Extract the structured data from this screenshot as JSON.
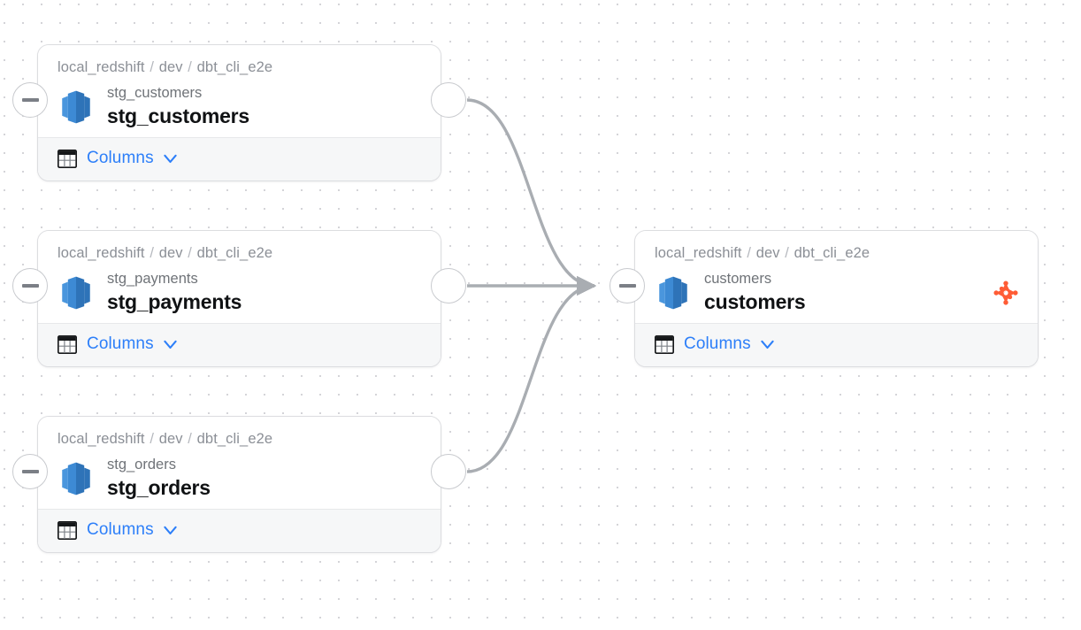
{
  "canvas": {
    "background_color": "#ffffff",
    "dot_color": "#d4d4d8",
    "dot_spacing": 21
  },
  "colors": {
    "link_blue": "#2d7ff9",
    "breadcrumb_gray": "#8b8f96",
    "subtitle_gray": "#6f7378",
    "title_black": "#101214",
    "edge_gray": "#a9adb2",
    "dbt_orange": "#ff5c35",
    "redshift_blue": "#2e73b8",
    "footer_bg": "#f6f7f8",
    "card_border": "#dcdde0"
  },
  "nodes": [
    {
      "id": "stg_customers",
      "breadcrumb": {
        "database": "local_redshift",
        "schema": "dev",
        "project": "dbt_cli_e2e",
        "separator": "/"
      },
      "subtitle": "stg_customers",
      "title": "stg_customers",
      "source_icon": "redshift-icon",
      "badge_icon": null,
      "footer": {
        "icon": "table-icon",
        "label": "Columns",
        "chevron": "chevron-down-icon",
        "expanded": false
      },
      "handles": {
        "left": {
          "type": "collapse-handle",
          "glyph": "minus"
        },
        "right": {
          "type": "expand-handle",
          "glyph": "none"
        }
      }
    },
    {
      "id": "stg_payments",
      "breadcrumb": {
        "database": "local_redshift",
        "schema": "dev",
        "project": "dbt_cli_e2e",
        "separator": "/"
      },
      "subtitle": "stg_payments",
      "title": "stg_payments",
      "source_icon": "redshift-icon",
      "badge_icon": null,
      "footer": {
        "icon": "table-icon",
        "label": "Columns",
        "chevron": "chevron-down-icon",
        "expanded": false
      },
      "handles": {
        "left": {
          "type": "collapse-handle",
          "glyph": "minus"
        },
        "right": {
          "type": "expand-handle",
          "glyph": "none"
        }
      }
    },
    {
      "id": "stg_orders",
      "breadcrumb": {
        "database": "local_redshift",
        "schema": "dev",
        "project": "dbt_cli_e2e",
        "separator": "/"
      },
      "subtitle": "stg_orders",
      "title": "stg_orders",
      "source_icon": "redshift-icon",
      "badge_icon": null,
      "footer": {
        "icon": "table-icon",
        "label": "Columns",
        "chevron": "chevron-down-icon",
        "expanded": false
      },
      "handles": {
        "left": {
          "type": "collapse-handle",
          "glyph": "minus"
        },
        "right": {
          "type": "expand-handle",
          "glyph": "none"
        }
      }
    },
    {
      "id": "customers",
      "breadcrumb": {
        "database": "local_redshift",
        "schema": "dev",
        "project": "dbt_cli_e2e",
        "separator": "/"
      },
      "subtitle": "customers",
      "title": "customers",
      "source_icon": "redshift-icon",
      "badge_icon": "dbt-logo-icon",
      "footer": {
        "icon": "table-icon",
        "label": "Columns",
        "chevron": "chevron-down-icon",
        "expanded": false
      },
      "handles": {
        "left": {
          "type": "collapse-handle",
          "glyph": "minus"
        },
        "right": null
      }
    }
  ],
  "edges": [
    {
      "from": "stg_customers",
      "to": "customers",
      "style": "bezier",
      "arrow": true
    },
    {
      "from": "stg_payments",
      "to": "customers",
      "style": "bezier",
      "arrow": true
    },
    {
      "from": "stg_orders",
      "to": "customers",
      "style": "bezier",
      "arrow": true
    }
  ]
}
